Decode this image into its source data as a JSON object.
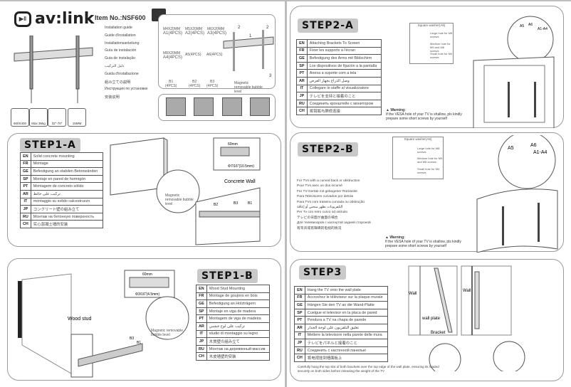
{
  "header": {
    "logo": "av:link",
    "item_no": "Item No.:NSF600",
    "guides": [
      "Installation guide",
      "Guide d'installation",
      "Installationsanleitung",
      "Guía de instalación",
      "Guia de instalação",
      "دليل التركيب",
      "Guida d'installazione",
      "組み立ての説明",
      "Инструкция по установке",
      "安装说明"
    ],
    "specs": [
      "600X400",
      "Max 35kg",
      "32\"-70\"",
      "15MM"
    ],
    "parts": [
      {
        "size": "M4X20MM",
        "label": "A1(4PCS)"
      },
      {
        "size": "M5X20MM",
        "label": "A2(4PCS)"
      },
      {
        "size": "M6X20MM",
        "label": "A3(4PCS)"
      },
      {
        "size": "M8X20MM",
        "label": "A4(4PCS)"
      },
      {
        "size": "",
        "label": "A5(4PCS)"
      },
      {
        "size": "",
        "label": "A6(4PCS)"
      },
      {
        "size": "B1",
        "label": "(4PCS)"
      },
      {
        "size": "B2",
        "label": "(4PCS)"
      },
      {
        "size": "B3",
        "label": "(4PCS)"
      }
    ],
    "bubble_level": "Magnetic removable bubble level",
    "callouts": [
      "1",
      "2",
      "2",
      "3"
    ]
  },
  "step1a": {
    "title": "STEP1-A",
    "rows": [
      [
        "EN",
        "Solid concrete mounting"
      ],
      [
        "FR",
        "Montage"
      ],
      [
        "GE",
        "Befestigung an stabilen Betonwänden"
      ],
      [
        "SP",
        "Montaje en pared de hormigón"
      ],
      [
        "PT",
        "Montagem de concreto sólido"
      ],
      [
        "AR",
        "تركيب على حائط"
      ],
      [
        "IT",
        "montaggio su solido calcestruzzo"
      ],
      [
        "JP",
        "コンクリート壁の組み立て"
      ],
      [
        "RU",
        "Монтаж на бетонную поверхность"
      ],
      [
        "CH",
        "实心混凝土墙的安装"
      ]
    ],
    "depth": "60mm",
    "drill": "Φ7/16\"(10.5mm)",
    "wall": "Concrete Wall",
    "level": "Magnetic removable bubble level",
    "callouts": [
      "B2",
      "B3",
      "B1"
    ]
  },
  "step1b": {
    "title": "STEP1-B",
    "rows": [
      [
        "EN",
        "Wood Stud Mounting"
      ],
      [
        "FR",
        "Montage de goujons en bois"
      ],
      [
        "GE",
        "Befestigung an Holzträgern"
      ],
      [
        "SP",
        "Montaje en viga de madera"
      ],
      [
        "PT",
        "Montagem de viga de madeira"
      ],
      [
        "AR",
        "تركيب على لوح خشبي"
      ],
      [
        "IT",
        "studio di montaggio su legno"
      ],
      [
        "JP",
        "木質壁の組み立て"
      ],
      [
        "RU",
        "Монтаж на деревянный массив"
      ],
      [
        "CH",
        "木皮墙壁的安装"
      ]
    ],
    "depth": "60mm",
    "drill": "Φ3/16\"(4.5mm)",
    "wall": "Wood stud",
    "level": "Magnetic removable bubble level",
    "callouts": [
      "B3",
      "B1"
    ]
  },
  "step2a": {
    "title": "STEP2-A",
    "rows": [
      [
        "EN",
        "Attaching Brackets To Screen"
      ],
      [
        "FR",
        "Fixer les supports à l'écran"
      ],
      [
        "GE",
        "Befestigung des Arms mit Bildschirm"
      ],
      [
        "SP",
        "Los dispositivos de fijación a la pantalla"
      ],
      [
        "PT",
        "Anexa a suporte com a tela"
      ],
      [
        "AR",
        "وصل الذراع بجهاز العرض"
      ],
      [
        "IT",
        "Collegare le staffe al visualizzatore"
      ],
      [
        "JP",
        "テレビを支持と接着のこと"
      ],
      [
        "RU",
        "Соединить кронштейн с монитором"
      ],
      [
        "CH",
        "将臂瓶与屏修连接"
      ]
    ],
    "washer_title": "Square washer(A6)",
    "washer_notes": [
      "Large hole for M8 screws",
      "Medium hole for M5 and M6 screws",
      "Small hole for M4 screws"
    ],
    "callouts": [
      "A5",
      "A6",
      "A1-A4"
    ],
    "warning_title": "Warning:",
    "warning_text": "If the VESA hole of your TV is shallow, pls kindly prepare some short screws by yourself"
  },
  "step2b": {
    "title": "STEP2-B",
    "washer_title": "Square washer(A6)",
    "washer_notes": [
      "Large hole for M8 screws",
      "Medium hole for M5 and M6 screws",
      "Small hole for M4 screws"
    ],
    "lines": [
      "For TVs with a curved back or obstruction",
      "Pour TVs avec un dos incurvé",
      "Für TV-Geräte mit gebogener Rückseite",
      "Para Televisores curvados por detrás",
      "Para TVs com traseira curvada ou obstrução",
      "التلفزيونات بظهر منحني أو إعاقة",
      "Per Tv con retro curvo od ostruito",
      "テレビの背面が曲面の場合",
      "Для телевизоров с изогнутой задней стороной",
      "有弯背或有障碍的电视的情况"
    ],
    "callouts": [
      "A5",
      "A6",
      "A1-A4"
    ],
    "warning_title": "Warning:",
    "warning_text": "If the VESA hole of your TV is shallow, pls kindly prepare some short screws by yourself"
  },
  "step3": {
    "title": "STEP3",
    "rows": [
      [
        "EN",
        "Hang the TV onto the wall plate"
      ],
      [
        "FR",
        "Accrochez le téléviseur sur la plaque murale"
      ],
      [
        "GE",
        "Hängen Sie den TV an die Wand-Platte"
      ],
      [
        "SP",
        "Cuelgue el televisor en la placa de pared"
      ],
      [
        "PT",
        "Pendura a TV na chapa de parede"
      ],
      [
        "AR",
        "تعليق التلفزيون على لوحة الجدار"
      ],
      [
        "IT",
        "Mettere la televisore nella parete delle mura"
      ],
      [
        "JP",
        "テレビをパネルと接着のこと"
      ],
      [
        "RU",
        "Соединить с настенной панелью"
      ],
      [
        "CH",
        "将电视挂到墙面板上"
      ]
    ],
    "labels": [
      "Wall",
      "wall plate",
      "Bracket",
      "Wall"
    ],
    "note": "Carefully hang the top slot of both brackets over the top edge of the wall plate, ensuring its loaded securely on both sides before releasing the weight of the TV"
  }
}
